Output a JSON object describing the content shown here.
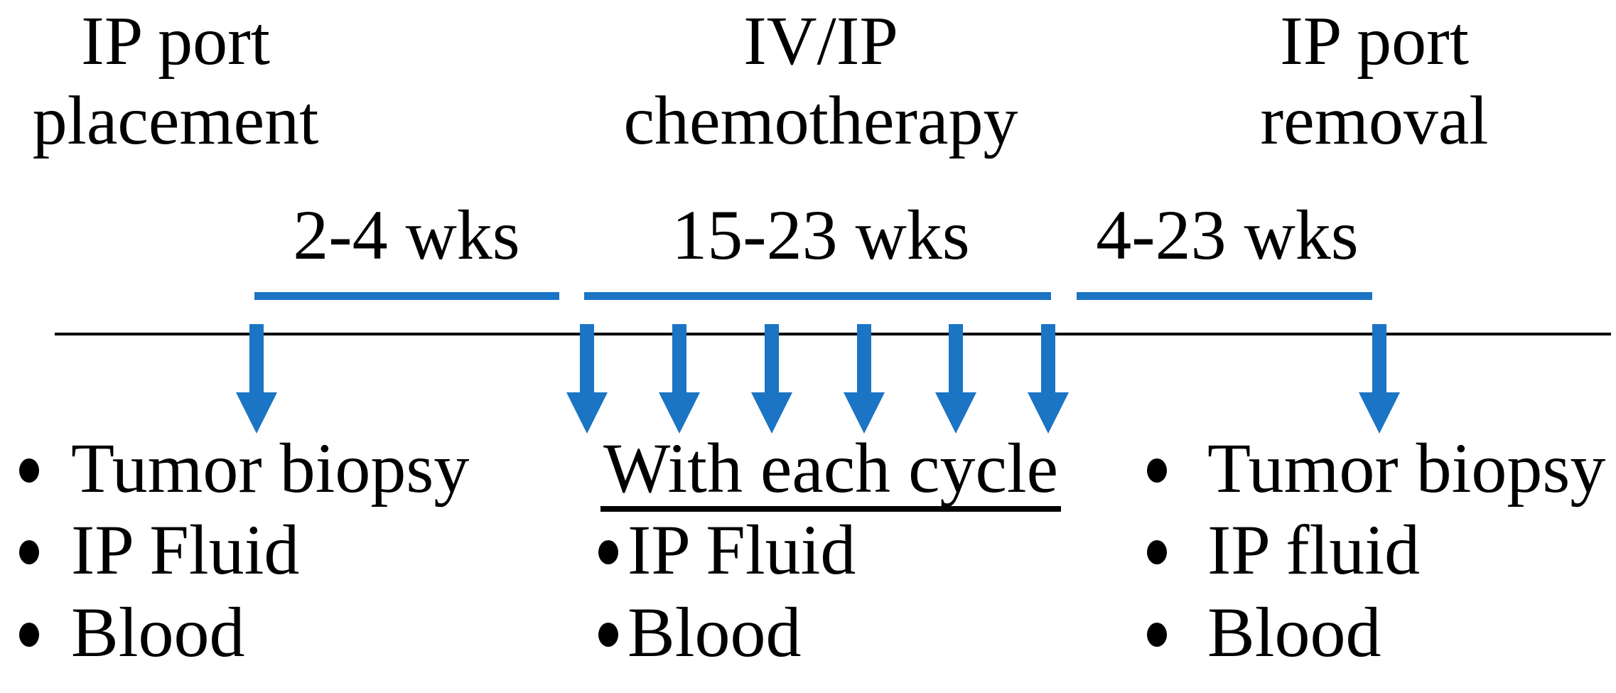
{
  "figure": {
    "phases": [
      {
        "title_line1": "IP port",
        "title_line2": "placement",
        "duration_label": "2-4 wks"
      },
      {
        "title_line1": "IV/IP",
        "title_line2": "chemotherapy",
        "duration_label": "15-23 wks"
      },
      {
        "title_line1": "IP port",
        "title_line2": "removal",
        "duration_label": "4-23 wks"
      }
    ],
    "timeline": {
      "arrow_count_port_placement": 1,
      "arrow_count_chemotherapy": 6,
      "arrow_count_port_removal": 1
    },
    "sample_lists": {
      "port_placement": {
        "items": [
          "Tumor biopsy",
          "IP Fluid",
          "Blood"
        ]
      },
      "chemotherapy": {
        "heading": "With each cycle",
        "items": [
          "IP Fluid",
          "Blood"
        ]
      },
      "port_removal": {
        "items": [
          "Tumor biopsy",
          "IP fluid",
          "Blood"
        ]
      }
    },
    "colors": {
      "accent_blue": "#1B74C4",
      "ink_black": "#000000"
    }
  }
}
